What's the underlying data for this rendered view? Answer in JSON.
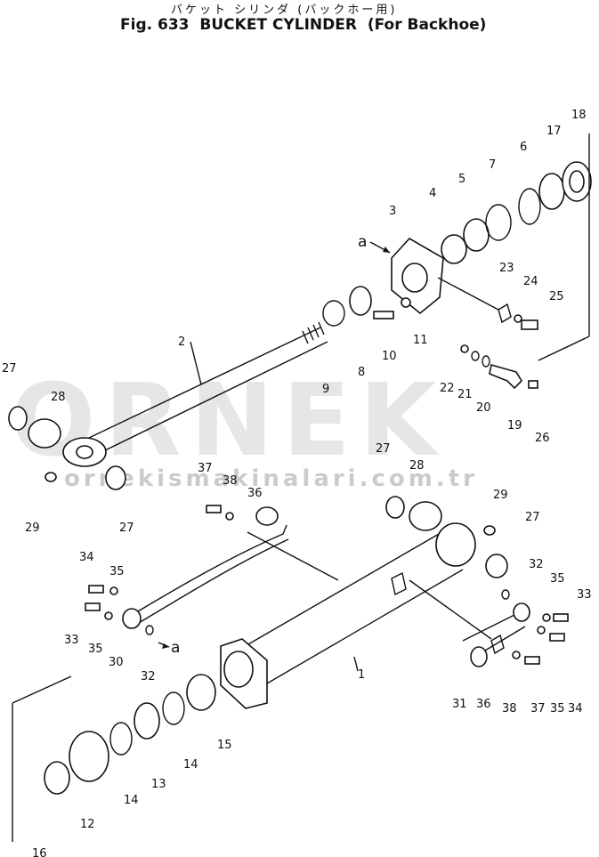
{
  "title": {
    "japanese": "バケット シリンダ (バックホー用)",
    "fig": "Fig. 633",
    "name": "BUCKET CYLINDER",
    "variant": "(For Backhoe)"
  },
  "watermark": {
    "brand": "ORNEK",
    "url": "ornekismakinalari.com.tr"
  },
  "view_marker": "a",
  "callouts": [
    "1",
    "2",
    "3",
    "4",
    "5",
    "6",
    "7",
    "8",
    "9",
    "10",
    "11",
    "12",
    "13",
    "14",
    "14",
    "15",
    "16",
    "17",
    "18",
    "19",
    "20",
    "21",
    "22",
    "23",
    "24",
    "25",
    "26",
    "27",
    "27",
    "27",
    "27",
    "28",
    "28",
    "29",
    "29",
    "30",
    "31",
    "32",
    "32",
    "33",
    "33",
    "34",
    "34",
    "35",
    "35",
    "35",
    "35",
    "36",
    "36",
    "37",
    "37",
    "38",
    "38"
  ]
}
